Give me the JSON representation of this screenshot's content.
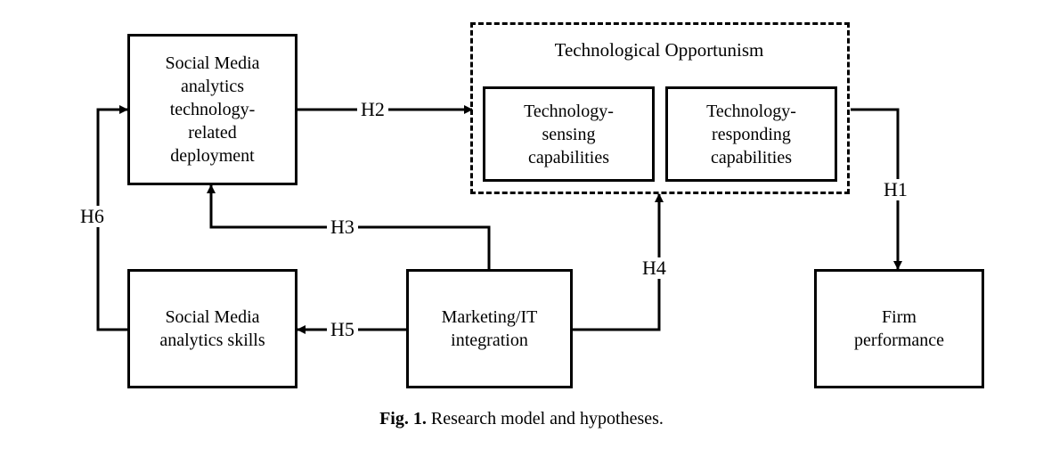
{
  "diagram": {
    "boxes": {
      "sma_deployment": "Social Media\nanalytics\ntechnology-\nrelated\ndeployment",
      "sensing": "Technology-\nsensing\ncapabilities",
      "responding": "Technology-\nresponding\ncapabilities",
      "sma_skills": "Social Media\nanalytics skills",
      "integration": "Marketing/IT\nintegration",
      "performance": "Firm\nperformance"
    },
    "group_title": "Technological  Opportunism",
    "hypotheses": {
      "h1": "H1",
      "h2": "H2",
      "h3": "H3",
      "h4": "H4",
      "h5": "H5",
      "h6": "H6"
    }
  },
  "caption": {
    "label": "Fig. 1.",
    "text": " Research model and hypotheses."
  }
}
